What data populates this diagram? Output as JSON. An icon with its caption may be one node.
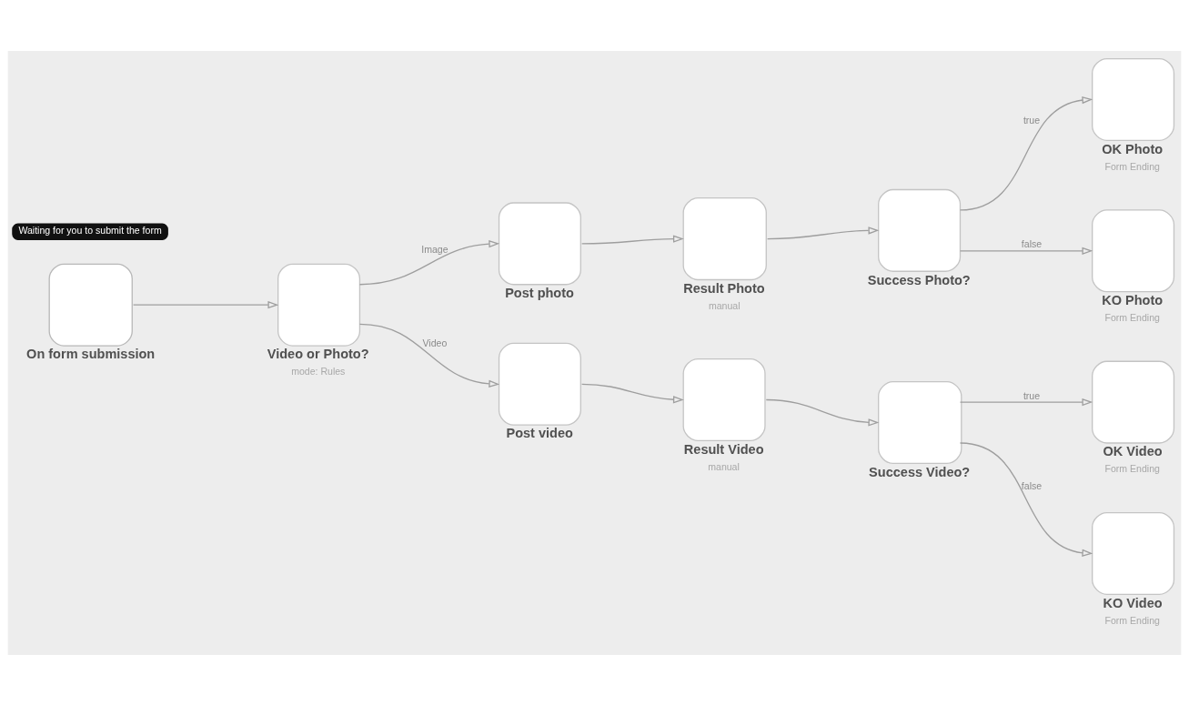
{
  "diagram": {
    "nodes": [
      {
        "text": [
          "On form submission"
        ],
        "beside": [
          "Waiting for you to submit the form"
        ]
      },
      {
        "text": [
          "Video or Photo?",
          "mode: Rules"
        ]
      },
      {
        "text": [
          "Post photo"
        ]
      },
      {
        "text": [
          "Result Photo",
          "manual"
        ]
      },
      {
        "text": [
          "Success Photo?"
        ]
      },
      {
        "text": [
          "OK Photo",
          "Form Ending"
        ]
      },
      {
        "text": [
          "KO Photo",
          "Form Ending"
        ]
      },
      {
        "text": [
          "Post video"
        ]
      },
      {
        "text": [
          "Result Video",
          "manual"
        ]
      },
      {
        "text": [
          "Success Video?"
        ]
      },
      {
        "text": [
          "OK Video",
          "Form Ending"
        ]
      },
      {
        "text": [
          "KO Video",
          "Form Ending"
        ]
      }
    ],
    "edges": [
      {
        "from": 0,
        "to": 1,
        "arrow": "to"
      },
      {
        "from": 1,
        "to": 2,
        "arrow": "to",
        "label": "Image"
      },
      {
        "from": 1,
        "to": 7,
        "arrow": "to",
        "label": "Video"
      },
      {
        "from": 2,
        "to": 3,
        "arrow": "to"
      },
      {
        "from": 3,
        "to": 4,
        "arrow": "to"
      },
      {
        "from": 4,
        "to": 5,
        "arrow": "to",
        "label": "true"
      },
      {
        "from": 4,
        "to": 6,
        "arrow": "to",
        "label": "false"
      },
      {
        "from": 7,
        "to": 8,
        "arrow": "to"
      },
      {
        "from": 8,
        "to": 9,
        "arrow": "to"
      },
      {
        "from": 9,
        "to": 10,
        "arrow": "to",
        "label": "true"
      },
      {
        "from": 9,
        "to": 11,
        "arrow": "to",
        "label": "false"
      }
    ]
  }
}
